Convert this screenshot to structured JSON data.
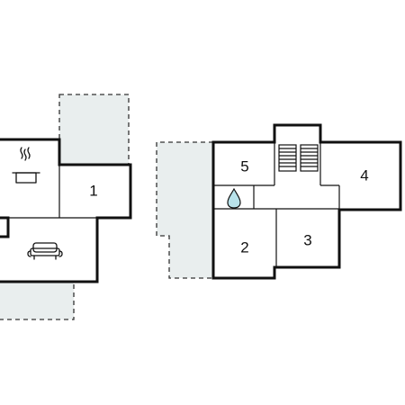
{
  "colors": {
    "wall": "#111111",
    "terrace_fill": "#e9eeee",
    "water_drop": "#b8e2ea",
    "background": "#ffffff"
  },
  "ground_floor": {
    "rooms": [
      {
        "label": "1",
        "icon": null
      },
      {
        "label": "",
        "icon": "cooking-pot-icon"
      },
      {
        "label": "",
        "icon": "sofa-icon"
      }
    ]
  },
  "upper_floor": {
    "rooms": [
      {
        "label": "2"
      },
      {
        "label": "3"
      },
      {
        "label": "4"
      },
      {
        "label": "5"
      }
    ],
    "bathroom_icon": "water-drop-icon",
    "stairs_icon": "stairs-icon"
  }
}
